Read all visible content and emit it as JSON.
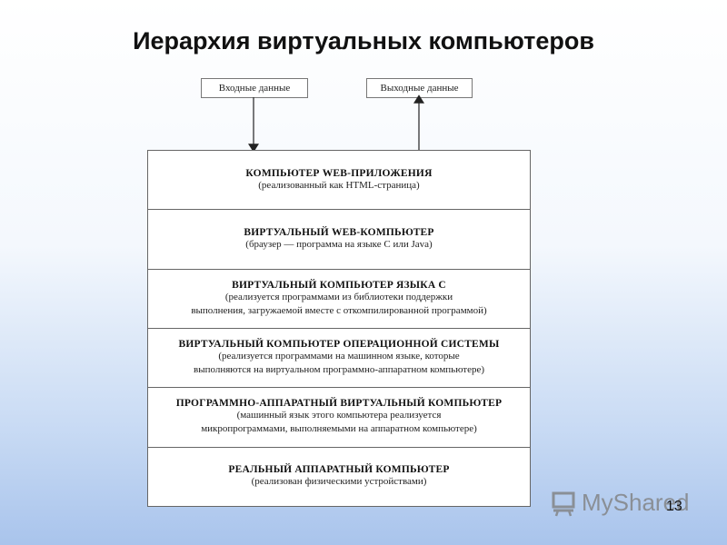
{
  "title": "Иерархия виртуальных компьютеров",
  "input_label": "Входные данные",
  "output_label": "Выходные данные",
  "layers": [
    {
      "title": "КОМПЬЮТЕР WEB-ПРИЛОЖЕНИЯ",
      "desc": [
        "(реализованный как HTML-страница)"
      ]
    },
    {
      "title": "ВИРТУАЛЬНЫЙ WEB-КОМПЬЮТЕР",
      "desc": [
        "(браузер — программа на языке C или Java)"
      ]
    },
    {
      "title": "ВИРТУАЛЬНЫЙ КОМПЬЮТЕР ЯЗЫКА C",
      "desc": [
        "(реализуется программами из библиотеки поддержки",
        "выполнения, загружаемой вместе с откомпилированной программой)"
      ]
    },
    {
      "title": "ВИРТУАЛЬНЫЙ КОМПЬЮТЕР ОПЕРАЦИОННОЙ СИСТЕМЫ",
      "desc": [
        "(реализуется программами на машинном языке, которые",
        "выполняются на виртуальном программно-аппаратном компьютере)"
      ]
    },
    {
      "title": "ПРОГРАММНО-АППАРАТНЫЙ ВИРТУАЛЬНЫЙ КОМПЬЮТЕР",
      "desc": [
        "(машинный язык этого компьютера реализуется",
        "микропрограммами, выполняемыми на аппаратном компьютере)"
      ]
    },
    {
      "title": "РЕАЛЬНЫЙ АППАРАТНЫЙ КОМПЬЮТЕР",
      "desc": [
        "(реализован физическими устройствами)"
      ]
    }
  ],
  "logo_text": "MyShared",
  "page_number": "13"
}
